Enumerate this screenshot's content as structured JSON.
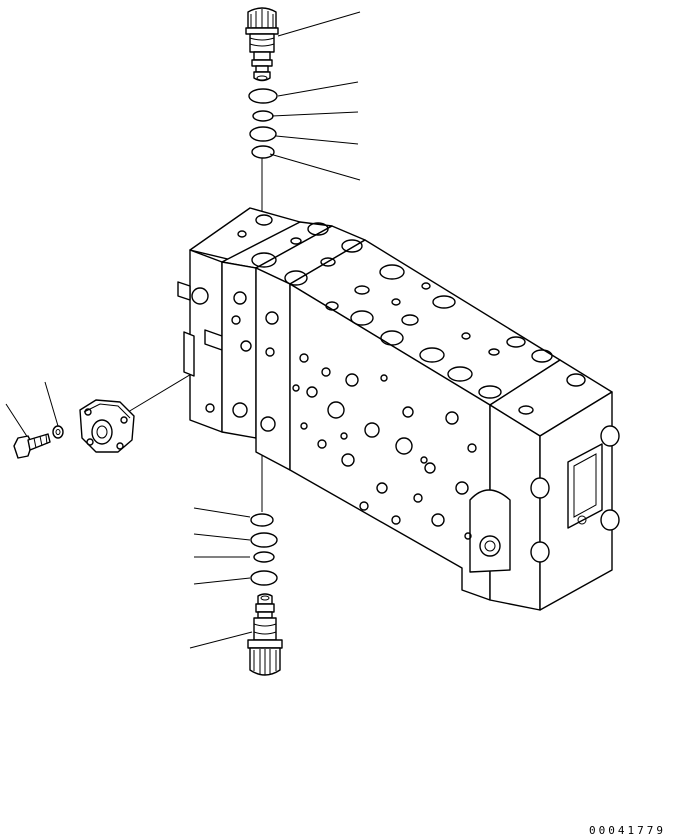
{
  "figure": {
    "reference_code": "00041779"
  },
  "parts": {
    "upper_valve": "relief-valve-cartridge",
    "upper_seals": [
      "o-ring",
      "backup-ring",
      "o-ring",
      "backup-ring"
    ],
    "lower_seals": [
      "backup-ring",
      "o-ring",
      "backup-ring",
      "o-ring"
    ],
    "lower_valve": "relief-valve-cartridge",
    "cover": "valve-cover",
    "bolt": "hex-bolt",
    "washer": "washer",
    "body": "control-valve-body"
  }
}
